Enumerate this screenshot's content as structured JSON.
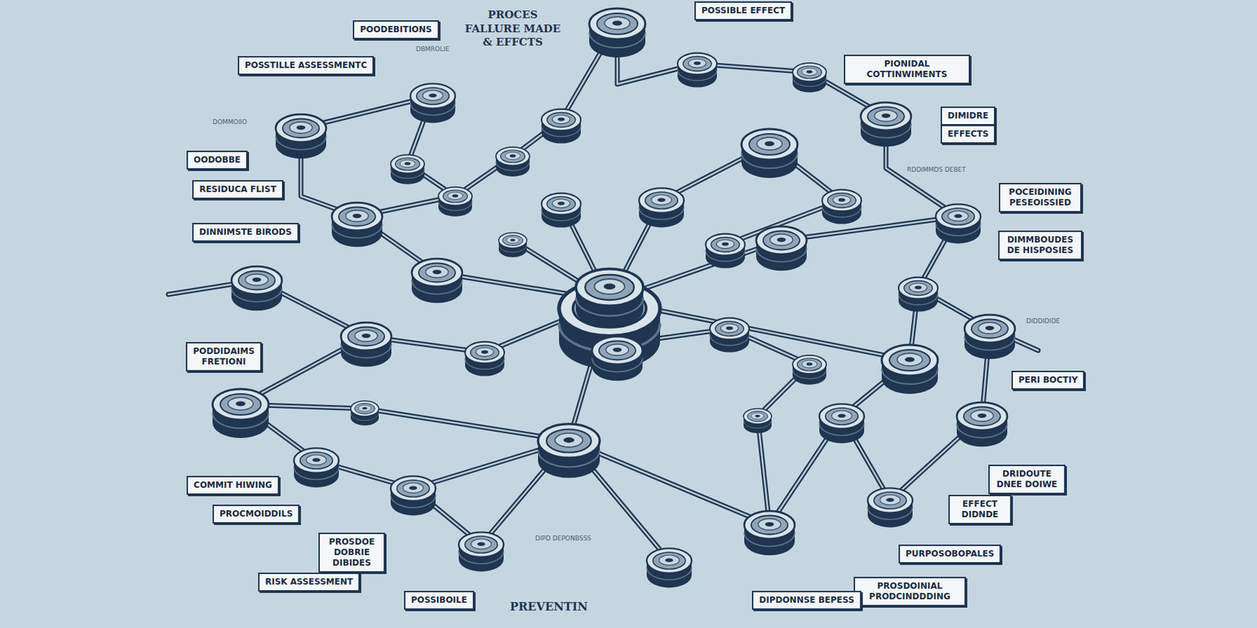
{
  "diagram": {
    "title": "PROCES FALLURE MADE & EFFCTS",
    "nodes": [
      {
        "text": [
          "POSSIBLE EFFECT"
        ]
      },
      {
        "text": [
          "POODEBITIONS"
        ]
      },
      {
        "text": [
          "PIONIDAL COTTINWIMENTS"
        ]
      },
      {
        "text": [
          "POSSTILLE ASSESSMENTC"
        ]
      },
      {
        "text": [
          "DIMIDRE"
        ]
      },
      {
        "text": [
          "EFFECTS"
        ]
      },
      {
        "text": [
          "OODOBBE"
        ]
      },
      {
        "text": [
          "RESIDUCA FLIST"
        ]
      },
      {
        "text": [
          "POCEIDINING PESEOISSIED"
        ]
      },
      {
        "text": [
          "DINNIMSTE BIRODS"
        ]
      },
      {
        "text": [
          "DIMMBOUDES DE HISPOSIES"
        ]
      },
      {
        "text": [
          "PODDIDAIMS FRETIONI"
        ]
      },
      {
        "text": [
          "PERI BOCTIY"
        ]
      },
      {
        "text": [
          "DRIDOUTE DNEE DOIWE"
        ]
      },
      {
        "text": [
          "COMMIT HIWING"
        ]
      },
      {
        "text": [
          "EFFECT DIDNDE"
        ]
      },
      {
        "text": [
          "PROCMOIDDILS"
        ]
      },
      {
        "text": [
          "PROSDOE DOBRIE DIBIDES"
        ]
      },
      {
        "text": [
          "PURPOSOBOPALES"
        ]
      },
      {
        "text": [
          "RISK ASSESSMENT"
        ]
      },
      {
        "text": [
          "PROSDOINIAL PRODCINDDDING"
        ]
      },
      {
        "text": [
          "POSSIBOILE"
        ]
      },
      {
        "text": [
          "DIPDONNSE BEPESS"
        ]
      }
    ],
    "labels": [
      "PREVENTIN",
      "DBMROLIE",
      "DOMMOIIO",
      "RDDIMMDS DEBET",
      "DIPD DEPONBSSS",
      "DIDDIDIDE"
    ]
  }
}
